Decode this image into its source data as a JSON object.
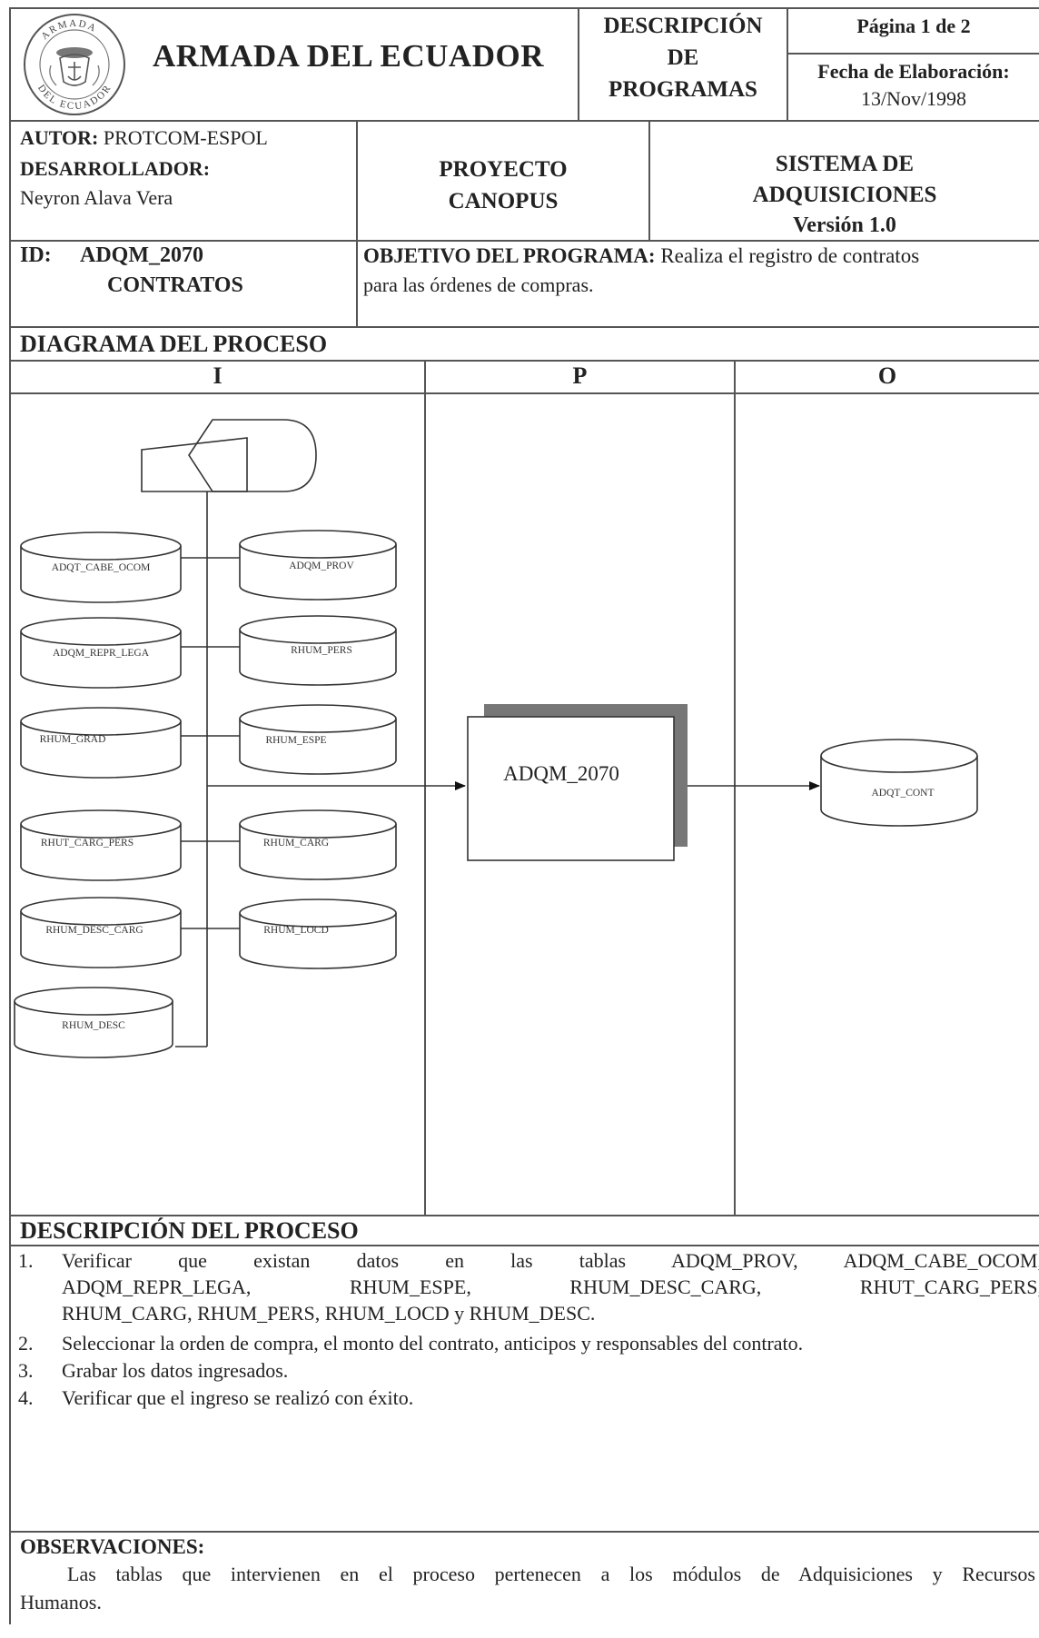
{
  "header": {
    "org_name": "ARMADA DEL ECUADOR",
    "logo_text_top": "ARMADA",
    "logo_text_bottom": "DEL ECUADOR",
    "doc_type": [
      "DESCRIPCIÓN",
      "DE",
      "PROGRAMAS"
    ],
    "page_label": "Página 1 de 2",
    "date_label": "Fecha de Elaboración:",
    "date_value": "13/Nov/1998"
  },
  "info": {
    "author_label": "AUTOR:",
    "author_value": "PROTCOM-ESPOL",
    "developer_label": "DESARROLLADOR:",
    "developer_value": "Neyron Alava Vera",
    "project": [
      "PROYECTO",
      "CANOPUS"
    ],
    "system": [
      "SISTEMA DE",
      "ADQUISICIONES",
      "Versión 1.0"
    ]
  },
  "program": {
    "id_label": "ID:",
    "id_value": "ADQM_2070",
    "id_name": "CONTRATOS",
    "objective_label": "OBJETIVO DEL PROGRAMA:",
    "objective_line1": "Realiza el registro de contratos",
    "objective_line2": "para las órdenes de compras."
  },
  "diagram": {
    "section_title": "DIAGRAMA DEL PROCESO",
    "columns": [
      "I",
      "P",
      "O"
    ],
    "input_tables_left": [
      "ADQT_CABE_OCOM",
      "ADQM_REPR_LEGA",
      "RHUM_GRAD",
      "RHUT_CARG_PERS",
      "RHUM_DESC_CARG",
      "RHUM_DESC"
    ],
    "input_tables_right": [
      "ADQM_PROV",
      "RHUM_PERS",
      "RHUM_ESPE",
      "RHUM_CARG",
      "RHUM_LOCD"
    ],
    "process_name": "ADQM_2070",
    "output_table": "ADQT_CONT"
  },
  "description": {
    "section_title": "DESCRIPCIÓN DEL PROCESO",
    "items": [
      {
        "num": "1.",
        "lines": [
          "Verificar que existan datos en las tablas ADQM_PROV, ADQM_CABE_OCOM,",
          "ADQM_REPR_LEGA, RHUM_ESPE, RHUM_DESC_CARG, RHUT_CARG_PERS,",
          "RHUM_CARG, RHUM_PERS, RHUM_LOCD y RHUM_DESC."
        ]
      },
      {
        "num": "2.",
        "lines": [
          "Seleccionar la orden de compra, el monto del contrato, anticipos y responsables del contrato."
        ]
      },
      {
        "num": "3.",
        "lines": [
          "Grabar los datos ingresados."
        ]
      },
      {
        "num": "4.",
        "lines": [
          "Verificar que el ingreso se realizó con éxito."
        ]
      }
    ]
  },
  "observations": {
    "section_title": "OBSERVACIONES:",
    "line1": "Las tablas que intervienen en el proceso pertenecen a los módulos de Adquisiciones y Recursos",
    "line2": "Humanos."
  }
}
